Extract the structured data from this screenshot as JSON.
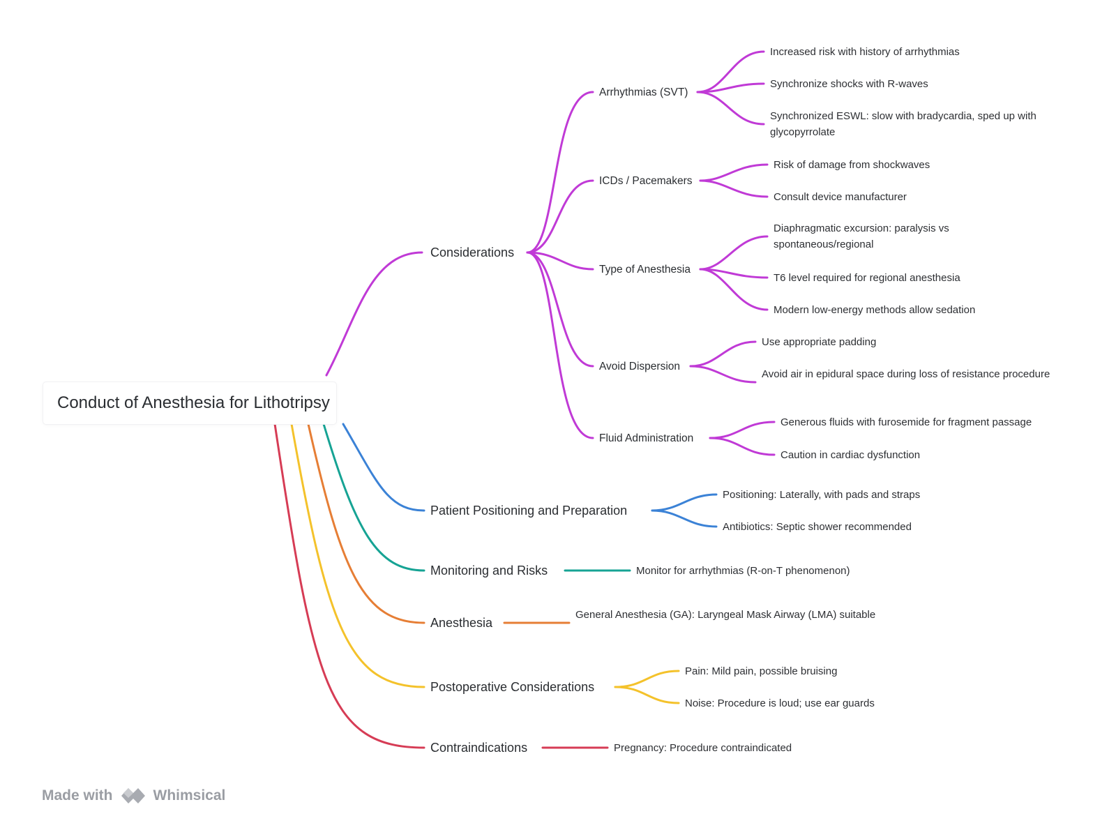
{
  "root": "Conduct of Anesthesia for Lithotripsy",
  "colors": {
    "considerations": "#c03ad6",
    "positioning": "#3b82d6",
    "monitoring": "#16a394",
    "anesthesia": "#e67e35",
    "postop": "#f4c22b",
    "contra": "#d63c55"
  },
  "branches": {
    "considerations": {
      "label": "Considerations",
      "children": {
        "arrhythmias": {
          "label": "Arrhythmias (SVT)",
          "items": [
            "Increased risk with history of arrhythmias",
            "Synchronize shocks with R-waves",
            "Synchronized ESWL: slow with bradycardia, sped up with glycopyrrolate"
          ]
        },
        "icds": {
          "label": "ICDs / Pacemakers",
          "items": [
            "Risk of damage from shockwaves",
            "Consult device manufacturer"
          ]
        },
        "type": {
          "label": "Type of Anesthesia",
          "items": [
            "Diaphragmatic excursion: paralysis vs spontaneous/regional",
            "T6 level required for regional anesthesia",
            "Modern low-energy methods allow sedation"
          ]
        },
        "dispersion": {
          "label": "Avoid Dispersion",
          "items": [
            "Use appropriate padding",
            "Avoid air in epidural space during loss of resistance procedure"
          ]
        },
        "fluid": {
          "label": "Fluid Administration",
          "items": [
            "Generous fluids with furosemide for fragment passage",
            "Caution in cardiac dysfunction"
          ]
        }
      }
    },
    "positioning": {
      "label": "Patient Positioning and Preparation",
      "items": [
        "Positioning: Laterally, with pads and straps",
        "Antibiotics: Septic shower recommended"
      ]
    },
    "monitoring": {
      "label": "Monitoring and Risks",
      "items": [
        "Monitor for arrhythmias (R-on-T phenomenon)"
      ]
    },
    "anesthesia": {
      "label": "Anesthesia",
      "items": [
        "General Anesthesia (GA): Laryngeal Mask Airway (LMA) suitable"
      ]
    },
    "postop": {
      "label": "Postoperative Considerations",
      "items": [
        "Pain: Mild pain, possible bruising",
        "Noise: Procedure is loud; use ear guards"
      ]
    },
    "contra": {
      "label": "Contraindications",
      "items": [
        "Pregnancy: Procedure contraindicated"
      ]
    }
  },
  "footer": {
    "made_with": "Made with",
    "brand": "Whimsical",
    "logo_icon": "whimsical-logo-icon"
  }
}
